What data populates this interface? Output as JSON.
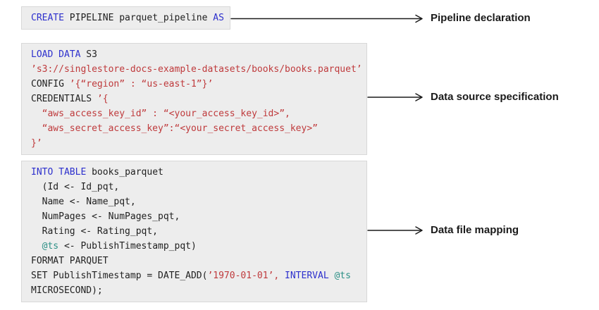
{
  "colors": {
    "keyword": "#2d30cd",
    "string": "#bf3a3c",
    "variable": "#2b8f85",
    "plain": "#1f1f1f",
    "block_bg": "#ededed",
    "block_border": "#d8d8d8",
    "arrow": "#1a1a1a",
    "label": "#1a1a1a",
    "page_bg": "#ffffff"
  },
  "blocks": [
    {
      "name": "pipeline-declaration",
      "label": "Pipeline declaration",
      "lines": [
        [
          {
            "type": "keyword",
            "text": "CREATE"
          },
          {
            "type": "plain",
            "text": " PIPELINE parquet_pipeline "
          },
          {
            "type": "keyword",
            "text": "AS"
          }
        ]
      ]
    },
    {
      "name": "data-source-specification",
      "label": "Data source specification",
      "lines": [
        [
          {
            "type": "keyword",
            "text": "LOAD DATA"
          },
          {
            "type": "plain",
            "text": " S3"
          }
        ],
        [
          {
            "type": "string",
            "text": "’s3://singlestore-docs-example-datasets/books/books.parquet’"
          }
        ],
        [
          {
            "type": "plain",
            "text": "CONFIG "
          },
          {
            "type": "string",
            "text": "’{“region” : “us-east-1”}’"
          }
        ],
        [
          {
            "type": "plain",
            "text": "CREDENTIALS "
          },
          {
            "type": "string",
            "text": "’{"
          }
        ],
        [
          {
            "type": "string",
            "text": "  “aws_access_key_id” : “<your_access_key_id>”,"
          }
        ],
        [
          {
            "type": "string",
            "text": "  “aws_secret_access_key”:“<your_secret_access_key>”"
          }
        ],
        [
          {
            "type": "string",
            "text": "}’"
          }
        ]
      ]
    },
    {
      "name": "data-file-mapping",
      "label": "Data file mapping",
      "lines": [
        [
          {
            "type": "keyword",
            "text": "INTO TABLE"
          },
          {
            "type": "plain",
            "text": " books_parquet"
          }
        ],
        [
          {
            "type": "plain",
            "text": "  (Id <- Id_pqt,"
          }
        ],
        [
          {
            "type": "plain",
            "text": "  Name <- Name_pqt,"
          }
        ],
        [
          {
            "type": "plain",
            "text": "  NumPages <- NumPages_pqt,"
          }
        ],
        [
          {
            "type": "plain",
            "text": "  Rating <- Rating_pqt,"
          }
        ],
        [
          {
            "type": "plain",
            "text": "  "
          },
          {
            "type": "variable",
            "text": "@ts"
          },
          {
            "type": "plain",
            "text": " <- PublishTimestamp_pqt)"
          }
        ],
        [
          {
            "type": "plain",
            "text": "FORMAT PARQUET"
          }
        ],
        [
          {
            "type": "plain",
            "text": "SET PublishTimestamp = DATE_ADD("
          },
          {
            "type": "string",
            "text": "’1970-01-01’,"
          },
          {
            "type": "plain",
            "text": " "
          },
          {
            "type": "keyword",
            "text": "INTERVAL"
          },
          {
            "type": "plain",
            "text": " "
          },
          {
            "type": "variable",
            "text": "@ts"
          }
        ],
        [
          {
            "type": "plain",
            "text": "MICROSECOND);"
          }
        ]
      ]
    }
  ]
}
